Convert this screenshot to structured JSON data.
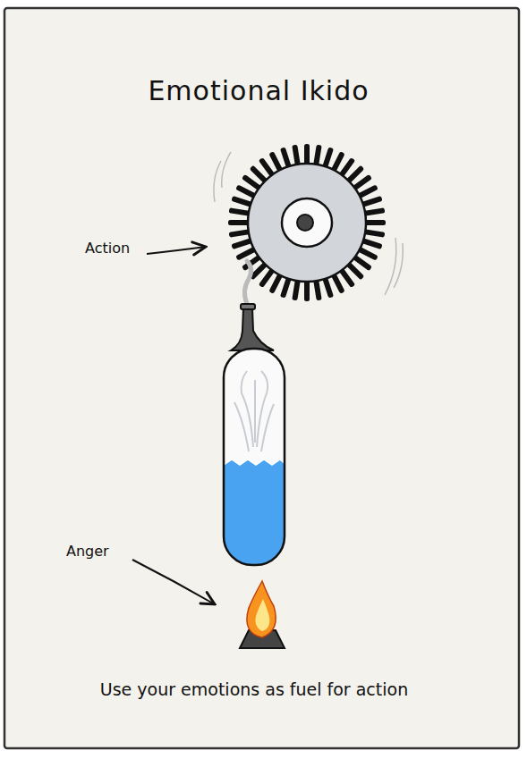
{
  "diagram": {
    "title": "Emotional Ikido",
    "caption": "Use your emotions as fuel for action",
    "labels": [
      "Action",
      "Anger"
    ]
  }
}
